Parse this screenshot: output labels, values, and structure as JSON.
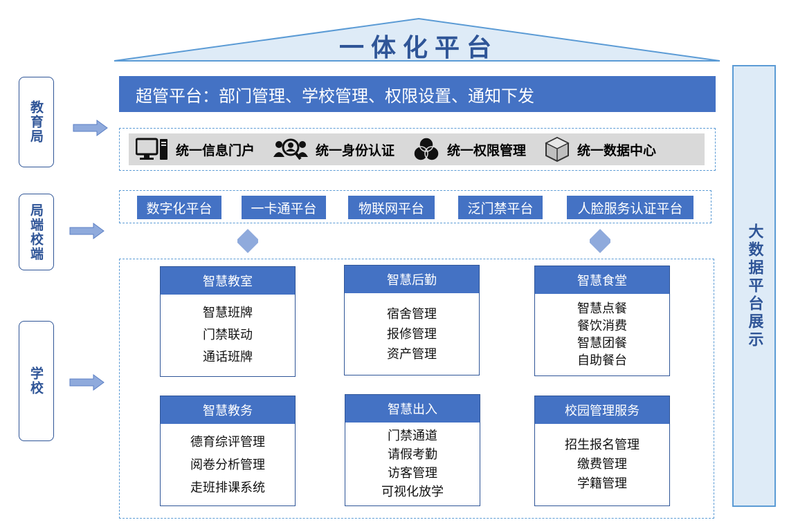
{
  "roof": {
    "title": "一体化平台"
  },
  "side_labels": {
    "education_bureau": "教育局",
    "bureau_school": "局端校端",
    "school": "学校"
  },
  "super_platform": "超管平台：部门管理、学校管理、权限设置、通知下发",
  "unified_items": [
    {
      "label": "统一信息门户",
      "icon": "computer-icon"
    },
    {
      "label": "统一身份认证",
      "icon": "users-search-icon"
    },
    {
      "label": "统一权限管理",
      "icon": "overlapping-circles-icon"
    },
    {
      "label": "统一数据中心",
      "icon": "cube-icon"
    }
  ],
  "platforms": [
    "数字化平台",
    "一卡通平台",
    "物联网平台",
    "泛门禁平台",
    "人脸服务认证平台"
  ],
  "modules": [
    {
      "title": "智慧教室",
      "items": [
        "智慧班牌",
        "门禁联动",
        "通话班牌"
      ]
    },
    {
      "title": "智慧后勤",
      "items": [
        "宿舍管理",
        "报修管理",
        "资产管理"
      ]
    },
    {
      "title": "智慧食堂",
      "items": [
        "智慧点餐",
        "餐饮消费",
        "智慧团餐",
        "自助餐台"
      ]
    },
    {
      "title": "智慧教务",
      "items": [
        "德育综评管理",
        "阅卷分析管理",
        "走班排课系统"
      ]
    },
    {
      "title": "智慧出入",
      "items": [
        "门禁通道",
        "请假考勤",
        "访客管理",
        "可视化放学"
      ]
    },
    {
      "title": "校园管理服务",
      "items": [
        "招生报名管理",
        "缴费管理",
        "学籍管理"
      ]
    }
  ],
  "big_data": "大数据平台展示",
  "colors": {
    "primary_blue": "#4472c4",
    "dark_blue": "#2f5597",
    "light_blue": "#deebf7",
    "dashed_border": "#5b9bd5",
    "gray_band": "#d9d9d9"
  }
}
